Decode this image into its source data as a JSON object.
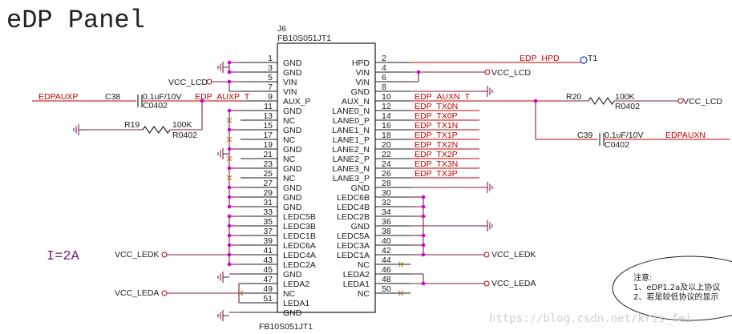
{
  "title": "eDP Panel",
  "current_note": "I=2A",
  "watermark": "https://blog.csdn.net/kris_fei",
  "component": {
    "ref": "J6",
    "part_top": "FB10S051JT1",
    "part_bottom": "FB10S051JT1"
  },
  "left_pins": [
    {
      "num": "1",
      "name": "GND"
    },
    {
      "num": "3",
      "name": "GND"
    },
    {
      "num": "5",
      "name": "VIN"
    },
    {
      "num": "7",
      "name": "VIN"
    },
    {
      "num": "9",
      "name": "AUX_P"
    },
    {
      "num": "11",
      "name": "GND"
    },
    {
      "num": "13",
      "name": "NC"
    },
    {
      "num": "15",
      "name": "GND"
    },
    {
      "num": "17",
      "name": "NC"
    },
    {
      "num": "19",
      "name": "GND"
    },
    {
      "num": "21",
      "name": "NC"
    },
    {
      "num": "23",
      "name": "GND"
    },
    {
      "num": "25",
      "name": "NC"
    },
    {
      "num": "27",
      "name": "GND"
    },
    {
      "num": "29",
      "name": "GND"
    },
    {
      "num": "31",
      "name": "GND"
    },
    {
      "num": "33",
      "name": "LEDC5B"
    },
    {
      "num": "35",
      "name": "LEDC3B"
    },
    {
      "num": "37",
      "name": "LEDC1B"
    },
    {
      "num": "39",
      "name": "LEDC6A"
    },
    {
      "num": "41",
      "name": "LEDC4A"
    },
    {
      "num": "43",
      "name": "LEDC2A"
    },
    {
      "num": "45",
      "name": "GND"
    },
    {
      "num": "47",
      "name": "LEDA2"
    },
    {
      "num": "49",
      "name": "NC"
    },
    {
      "num": "51",
      "name": "LEDA1"
    },
    {
      "num": "",
      "name": "GND"
    }
  ],
  "right_pins": [
    {
      "num": "2",
      "name": "HPD"
    },
    {
      "num": "4",
      "name": "VIN"
    },
    {
      "num": "6",
      "name": "VIN"
    },
    {
      "num": "8",
      "name": "GND"
    },
    {
      "num": "10",
      "name": "AUX_N"
    },
    {
      "num": "12",
      "name": "LANE0_N"
    },
    {
      "num": "14",
      "name": "LANE0_P"
    },
    {
      "num": "16",
      "name": "LANE1_N"
    },
    {
      "num": "18",
      "name": "LANE1_P"
    },
    {
      "num": "20",
      "name": "LANE2_N"
    },
    {
      "num": "22",
      "name": "LANE2_P"
    },
    {
      "num": "24",
      "name": "LANE3_N"
    },
    {
      "num": "26",
      "name": "LANE3_P"
    },
    {
      "num": "28",
      "name": "GND"
    },
    {
      "num": "30",
      "name": "LEDC6B"
    },
    {
      "num": "32",
      "name": "LEDC4B"
    },
    {
      "num": "34",
      "name": "LEDC2B"
    },
    {
      "num": "36",
      "name": "GND"
    },
    {
      "num": "38",
      "name": "LEDC5A"
    },
    {
      "num": "40",
      "name": "LEDC3A"
    },
    {
      "num": "42",
      "name": "LEDC1A"
    },
    {
      "num": "44",
      "name": "NC"
    },
    {
      "num": "46",
      "name": "LEDA2"
    },
    {
      "num": "48",
      "name": "LEDA1"
    },
    {
      "num": "50",
      "name": "NC"
    }
  ],
  "nets": {
    "vcc_lcd_left": "VCC_LCD",
    "vcc_lcd_right_top": "VCC_LCD",
    "vcc_lcd_right_r20": "VCC_LCD",
    "edp_hpd": "EDP_HPD",
    "t1": "T1",
    "edp_auxp_t": "EDP_AUXP_T",
    "edpauxp": "EDPAUXP",
    "edp_auxn_t": "EDP_AUXN_T",
    "edpauxn": "EDPAUXN",
    "edp_tx": [
      "EDP_TX0N",
      "EDP_TX0P",
      "EDP_TX1N",
      "EDP_TX1P",
      "EDP_TX2N",
      "EDP_TX2P",
      "EDP_TX3N",
      "EDP_TX3P"
    ],
    "vcc_ledk_left": "VCC_LEDK",
    "vcc_leda_left": "VCC_LEDA",
    "vcc_ledk_right": "VCC_LEDK",
    "vcc_leda_right": "VCC_LEDA"
  },
  "parts": {
    "c38": {
      "ref": "C38",
      "value": "0.1uF/10V",
      "pkg": "C0402"
    },
    "c39": {
      "ref": "C39",
      "value": "0.1uF/10V",
      "pkg": "C0402"
    },
    "r19": {
      "ref": "R19",
      "value": "100K",
      "pkg": "R0402"
    },
    "r20": {
      "ref": "R20",
      "value": "100K",
      "pkg": "R0402"
    }
  },
  "note": {
    "title": "注意:",
    "line1": "1、eDP1.2a及以上协议",
    "line2": "2、若是较低协议的显示"
  },
  "colors": {
    "wire": "#7a1f4f",
    "net_red": "#c00000",
    "junction": "#d400d4",
    "body": "#1a1a1a"
  }
}
